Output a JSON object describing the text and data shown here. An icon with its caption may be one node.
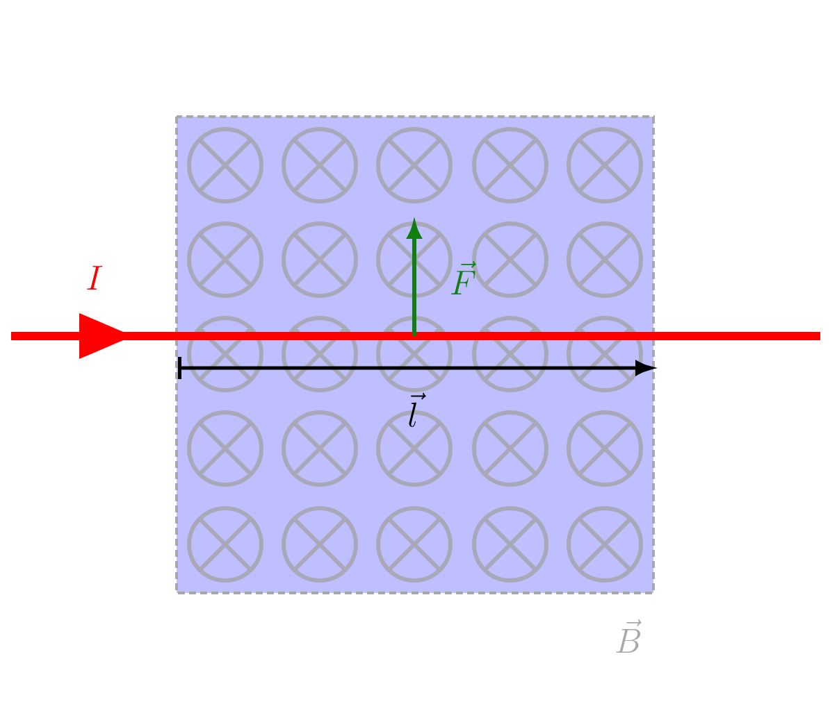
{
  "diagram": {
    "labels": [
      "I",
      "\\vec{F}",
      "\\vec{l}",
      "\\vec{B}"
    ]
  }
}
